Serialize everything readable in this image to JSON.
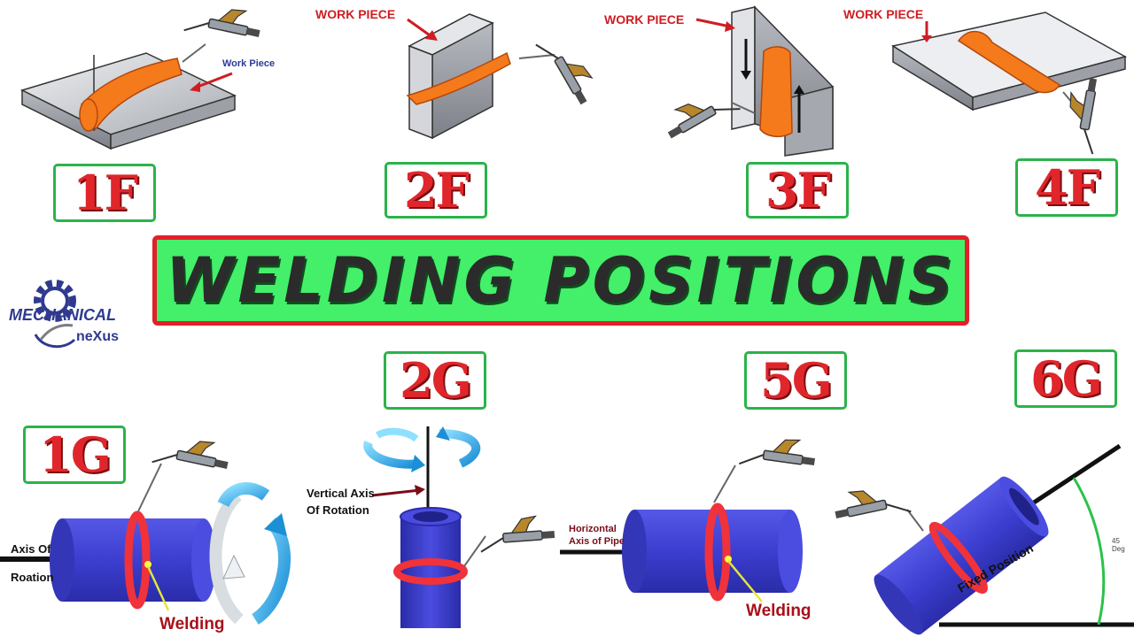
{
  "title": "WELDING POSITIONS",
  "logo": {
    "top": "MECHANICAL",
    "bottom": "neXus"
  },
  "positions": {
    "p1F": "1F",
    "p2F": "2F",
    "p3F": "3F",
    "p4F": "4F",
    "p1G": "1G",
    "p2G": "2G",
    "p5G": "5G",
    "p6G": "6G"
  },
  "labels": {
    "work_piece_1f": "Work Piece",
    "work_piece_2f": "WORK PIECE",
    "work_piece_3f": "WORK PIECE",
    "work_piece_4f": "WORK PIECE",
    "axis_of": "Axis Of",
    "roation": "Roation",
    "welding_1g": "Welding",
    "vertical_axis": "Vertical Axis",
    "of_rotation": "Of Rotation",
    "horizontal": "Horizontal",
    "axis_of_pipe": "Axis of Pipe",
    "welding_5g": "Welding",
    "fixed_position": "Fixed Position",
    "deg_45": "45 Deg"
  },
  "colors": {
    "badge_border": "#2bb34a",
    "badge_text": "#e0262b",
    "banner_fill": "#44ef6a",
    "banner_border": "#e41f2a",
    "weld_bead": "#f47a1c",
    "pipe": "#4143d6",
    "weld_ring": "#f0323a",
    "plate": "#c9cbd0"
  }
}
